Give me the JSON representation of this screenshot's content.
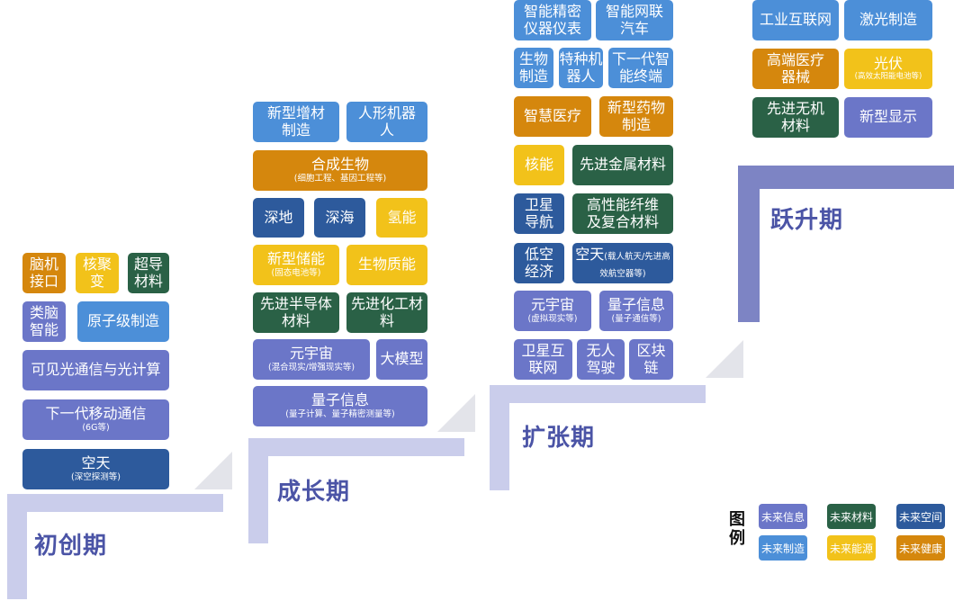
{
  "stages": {
    "s1": "初创期",
    "s2": "成长期",
    "s3": "扩张期",
    "s4": "跃升期"
  },
  "legend": {
    "title": "图例",
    "items": [
      "未来信息",
      "未来材料",
      "未来空间",
      "未来制造",
      "未来能源",
      "未来健康"
    ]
  },
  "colors": {
    "未来信息": "#6B76C8",
    "未来材料": "#2A6146",
    "未来空间": "#2D5A9C",
    "未来制造": "#4C8FD8",
    "未来能源": "#F2C21A",
    "未来健康": "#D5870D",
    "stage_text": "#4B54A6"
  },
  "industries": {
    "b1": "脑机接口",
    "b2": "核聚变",
    "b3": "超导材料",
    "b4": "类脑智能",
    "b5": "原子级制造",
    "b6": "可见光通信与光计算",
    "b7": "下一代移动通信",
    "b7s": "(6G等)",
    "b8": "空天",
    "b8s": "(深空探测等)",
    "g1": "新型增材制造",
    "g2": "人形机器人",
    "g3": "合成生物",
    "g3s": "(细胞工程、基因工程等)",
    "g4": "深地",
    "g5": "深海",
    "g6": "氢能",
    "g7": "新型储能",
    "g7s": "(固态电池等)",
    "g8": "生物质能",
    "g9": "先进半导体材料",
    "g10": "先进化工材料",
    "g11": "元宇宙",
    "g11s": "(混合现实/增强现实等)",
    "g12": "大模型",
    "g13": "量子信息",
    "g13s": "(量子计算、量子精密测量等)",
    "e1": "智能精密仪器仪表",
    "e2": "智能网联汽车",
    "e3": "生物制造",
    "e4": "特种机器人",
    "e5": "下一代智能终端",
    "e6": "智慧医疗",
    "e7": "新型药物制造",
    "e8": "核能",
    "e9": "先进金属材料",
    "e10": "卫星导航",
    "e11": "高性能纤维及复合材料",
    "e12": "低空经济",
    "e13": "空天",
    "e13s": "(载人航天/先进高效航空器等)",
    "e14": "元宇宙",
    "e14s": "(虚拟现实等)",
    "e15": "量子信息",
    "e15s": "(量子通信等)",
    "e16": "卫星互联网",
    "e17": "无人驾驶",
    "e18": "区块链",
    "l1": "工业互联网",
    "l2": "激光制造",
    "l3": "高端医疗器械",
    "l4": "光伏",
    "l4s": "(高效太阳能电池等)",
    "l5": "先进无机材料",
    "l6": "新型显示"
  }
}
